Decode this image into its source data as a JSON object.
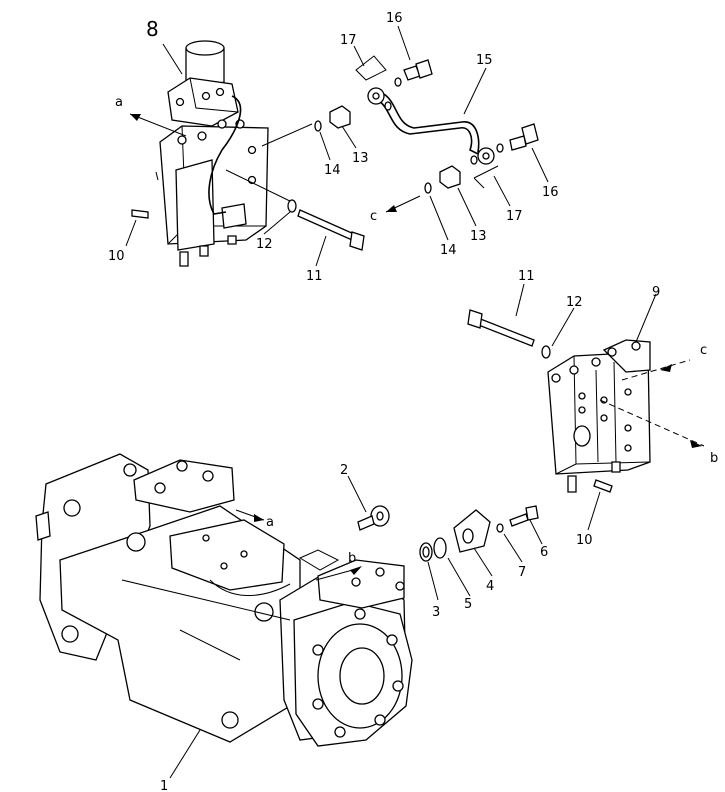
{
  "callouts": {
    "p1": "1",
    "p2": "2",
    "p3": "3",
    "p4": "4",
    "p5": "5",
    "p6": "6",
    "p7": "7",
    "p8": "8",
    "p9": "9",
    "p10a": "10",
    "p10b": "10",
    "p11a": "11",
    "p11b": "11",
    "p12a": "12",
    "p12b": "12",
    "p13a": "13",
    "p13b": "13",
    "p14a": "14",
    "p14b": "14",
    "p15": "15",
    "p16a": "16",
    "p16b": "16",
    "p17a": "17",
    "p17b": "17"
  },
  "connectors": {
    "a_top": "a",
    "a_bottom": "a",
    "b_right": "b",
    "b_bottom": "b",
    "c_left": "c",
    "c_right": "c"
  }
}
